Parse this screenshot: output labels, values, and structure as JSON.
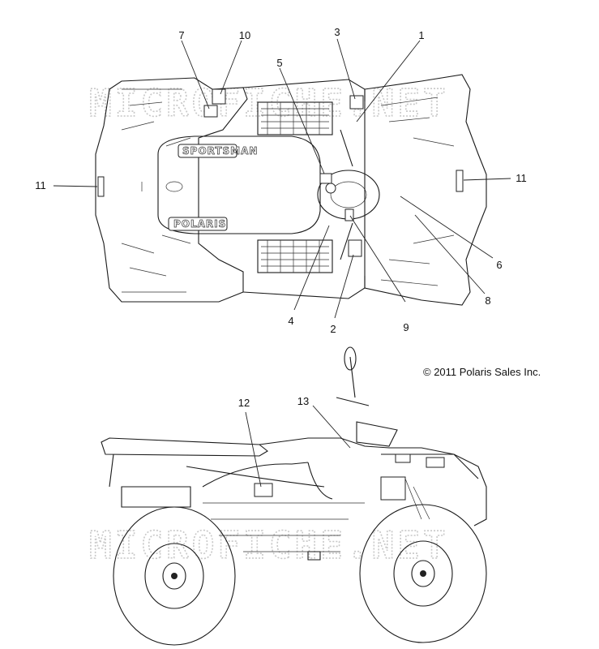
{
  "copyright": "© 2011 Polaris Sales Inc.",
  "watermark": "MICROFICHE.NET",
  "brand_logo": "POLARIS",
  "model_logo": "SPORTSMAN",
  "callouts": [
    {
      "id": "c1",
      "label": "1"
    },
    {
      "id": "c2",
      "label": "2"
    },
    {
      "id": "c3",
      "label": "3"
    },
    {
      "id": "c4",
      "label": "4"
    },
    {
      "id": "c5",
      "label": "5"
    },
    {
      "id": "c6",
      "label": "6"
    },
    {
      "id": "c7",
      "label": "7"
    },
    {
      "id": "c8",
      "label": "8"
    },
    {
      "id": "c9",
      "label": "9"
    },
    {
      "id": "c10",
      "label": "10"
    },
    {
      "id": "c11a",
      "label": "11"
    },
    {
      "id": "c11b",
      "label": "11"
    },
    {
      "id": "c12",
      "label": "12"
    },
    {
      "id": "c13",
      "label": "13"
    }
  ]
}
